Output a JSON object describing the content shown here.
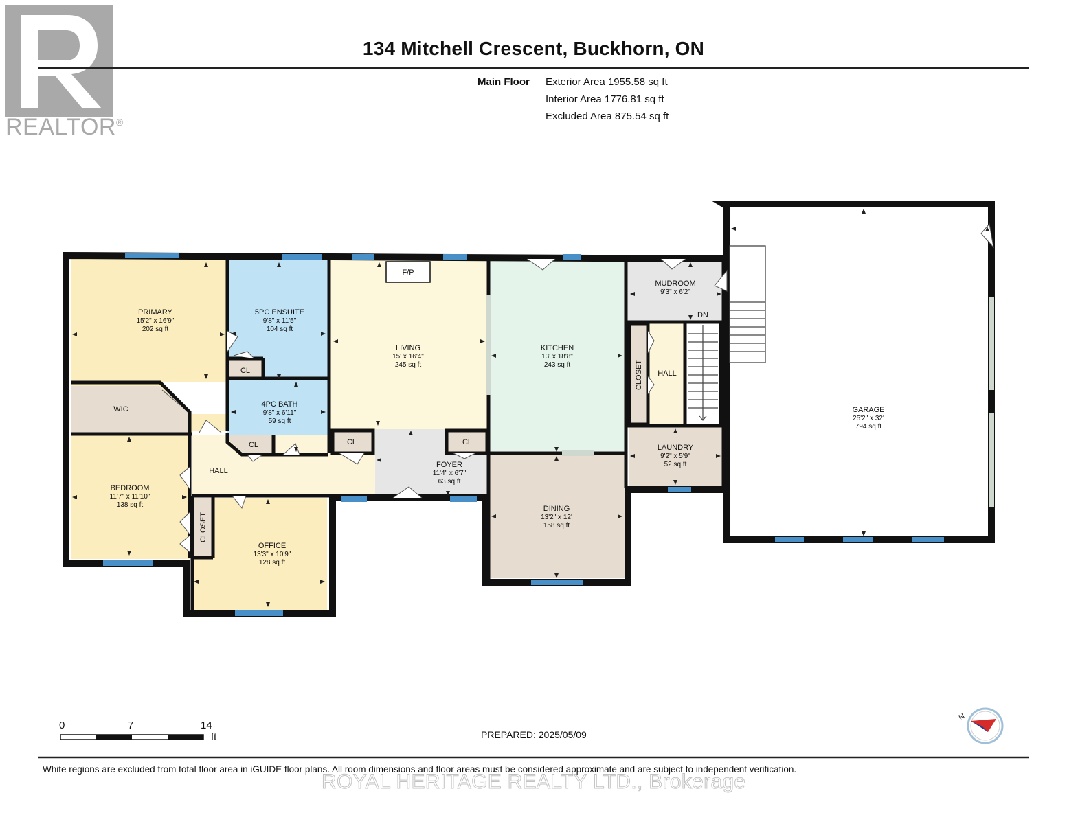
{
  "header": {
    "title": "134 Mitchell Crescent, Buckhorn, ON",
    "floor_label": "Main Floor",
    "exterior_area": "Exterior Area 1955.58 sq ft",
    "interior_area": "Interior Area 1776.81 sq ft",
    "excluded_area": "Excluded Area 875.54 sq ft"
  },
  "watermark": {
    "realtor_logo_text": "REALTOR",
    "brokerage": "ROYAL HERITAGE REALTY LTD., Brokerage"
  },
  "rooms": {
    "primary": {
      "name": "PRIMARY",
      "dims": "15'2\" x 16'9\"",
      "area": "202 sq ft"
    },
    "ensuite": {
      "name": "5PC ENSUITE",
      "dims": "9'8\" x 11'5\"",
      "area": "104 sq ft"
    },
    "living": {
      "name": "LIVING",
      "dims": "15' x 16'4\"",
      "area": "245 sq ft"
    },
    "kitchen": {
      "name": "KITCHEN",
      "dims": "13' x 18'8\"",
      "area": "243 sq ft"
    },
    "mudroom": {
      "name": "MUDROOM",
      "dims": "9'3\" x 6'2\""
    },
    "garage": {
      "name": "GARAGE",
      "dims": "25'2\" x 32'",
      "area": "794 sq ft"
    },
    "wic": {
      "name": "WIC"
    },
    "bath": {
      "name": "4PC BATH",
      "dims": "9'8\" x 6'11\"",
      "area": "59 sq ft"
    },
    "bedroom": {
      "name": "BEDROOM",
      "dims": "11'7\" x 11'10\"",
      "area": "138 sq ft"
    },
    "hall_west": {
      "name": "HALL"
    },
    "hall_east": {
      "name": "HALL"
    },
    "foyer": {
      "name": "FOYER",
      "dims": "11'4\" x 6'7\"",
      "area": "63 sq ft"
    },
    "dining": {
      "name": "DINING",
      "dims": "13'2\" x 12'",
      "area": "158 sq ft"
    },
    "laundry": {
      "name": "LAUNDRY",
      "dims": "9'2\" x 5'9\"",
      "area": "52 sq ft"
    },
    "office": {
      "name": "OFFICE",
      "dims": "13'3\" x 10'9\"",
      "area": "128 sq ft"
    },
    "closet_east": {
      "name": "CLOSET"
    },
    "closet_west": {
      "name": "CLOSET"
    }
  },
  "fixtures": {
    "fireplace": "F/P",
    "cl": "CL",
    "stairs_down": "DN"
  },
  "colors": {
    "wall": "#111111",
    "window": "#4a90c8",
    "primary": "#fbedbd",
    "ensuite": "#bfe2f5",
    "living": "#fdf7dc",
    "kitchen": "#e4f4ea",
    "neutral": "#e6ddd0",
    "hall": "#fdf5da",
    "foyer": "#e6e6e6",
    "office": "#fbedbd"
  },
  "scale": {
    "ticks": [
      "0",
      "7",
      "14"
    ],
    "unit": "ft"
  },
  "footer": {
    "prepared": "PREPARED: 2025/05/09",
    "disclaimer": "White regions are excluded from total floor area in iGUIDE floor plans. All room dimensions and floor areas must be considered approximate and are subject to independent verification."
  }
}
